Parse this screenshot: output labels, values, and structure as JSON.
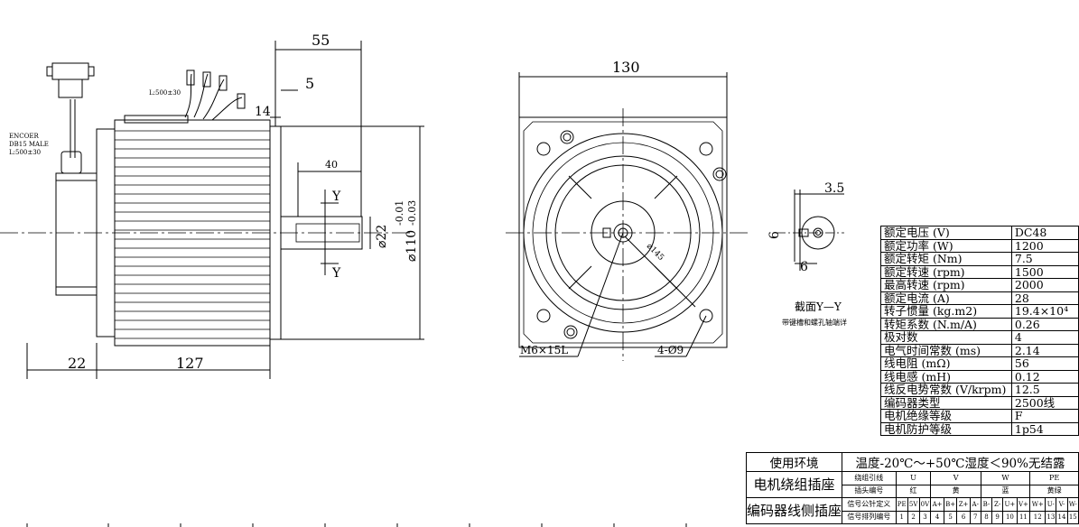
{
  "dims": {
    "d55": "55",
    "d5": "5",
    "d14": "14",
    "d40": "40",
    "d22_shaft": "⌀22",
    "d110": "⌀110",
    "d110_tol_upper": "-0.01",
    "d110_tol_lower": "-0.03",
    "d22_flange": "22",
    "d127": "127",
    "d130": "130",
    "d145": "⌀145",
    "d35": "3.5",
    "d6a": "6",
    "d6b": "6"
  },
  "labels": {
    "cable_len": "L:500±30",
    "encoder_line1": "ENCOER",
    "encoder_line2": "DB15 MALE",
    "encoder_line3": "L:500±30",
    "screw": "M6×15L",
    "holes": "4-Ø9",
    "section_title": "截面Y—Y",
    "section_note": "带键槽和螺孔轴端详",
    "y_top": "Y",
    "y_bottom": "Y"
  },
  "specs": [
    {
      "k": "额定电压 (V)",
      "v": "DC48"
    },
    {
      "k": "额定功率 (W)",
      "v": "1200"
    },
    {
      "k": "额定转矩 (Nm)",
      "v": "7.5"
    },
    {
      "k": "额定转速 (rpm)",
      "v": "1500"
    },
    {
      "k": "最高转速 (rpm)",
      "v": "2000"
    },
    {
      "k": "额定电流 (A)",
      "v": "28"
    },
    {
      "k": "转子惯量 (kg.m2)",
      "v": "19.4×10⁴"
    },
    {
      "k": "转矩系数 (N.m/A)",
      "v": "0.26"
    },
    {
      "k": "极对数",
      "v": "4"
    },
    {
      "k": "电气时间常数 (ms)",
      "v": "2.14"
    },
    {
      "k": "线电阻 (mΩ)",
      "v": "56"
    },
    {
      "k": "线电感 (mH)",
      "v": "0.12"
    },
    {
      "k": "线反电势常数 (V/krpm)",
      "v": "12.5"
    },
    {
      "k": "编码器类型",
      "v": "2500线"
    },
    {
      "k": "电机绝缘等级",
      "v": "F"
    },
    {
      "k": "电机防护等级",
      "v": "1p54"
    }
  ],
  "env": {
    "use_env": "使用环境",
    "use_env_val": "温度-20℃～+50℃湿度＜90%无结露",
    "winding_socket": "电机绕组插座",
    "winding_rows": [
      {
        "k": "绕组引线",
        "cells": [
          "U",
          "V",
          "W",
          "PE"
        ]
      },
      {
        "k": "插头编号",
        "cells": [
          "红",
          "黄",
          "蓝",
          "黄绿"
        ]
      }
    ],
    "encoder_socket": "编码器线侧插座",
    "pin_def_label": "信号公针定义",
    "pin_defs": [
      "PE",
      "5V",
      "0V",
      "A+",
      "B+",
      "Z+",
      "A-",
      "B-",
      "Z-",
      "U+",
      "V+",
      "W+",
      "U-",
      "V-",
      "W-"
    ],
    "pin_order_label": "信号排列编号",
    "pin_nums": [
      "1",
      "2",
      "3",
      "4",
      "5",
      "6",
      "7",
      "8",
      "9",
      "10",
      "11",
      "12",
      "13",
      "14",
      "15"
    ]
  }
}
